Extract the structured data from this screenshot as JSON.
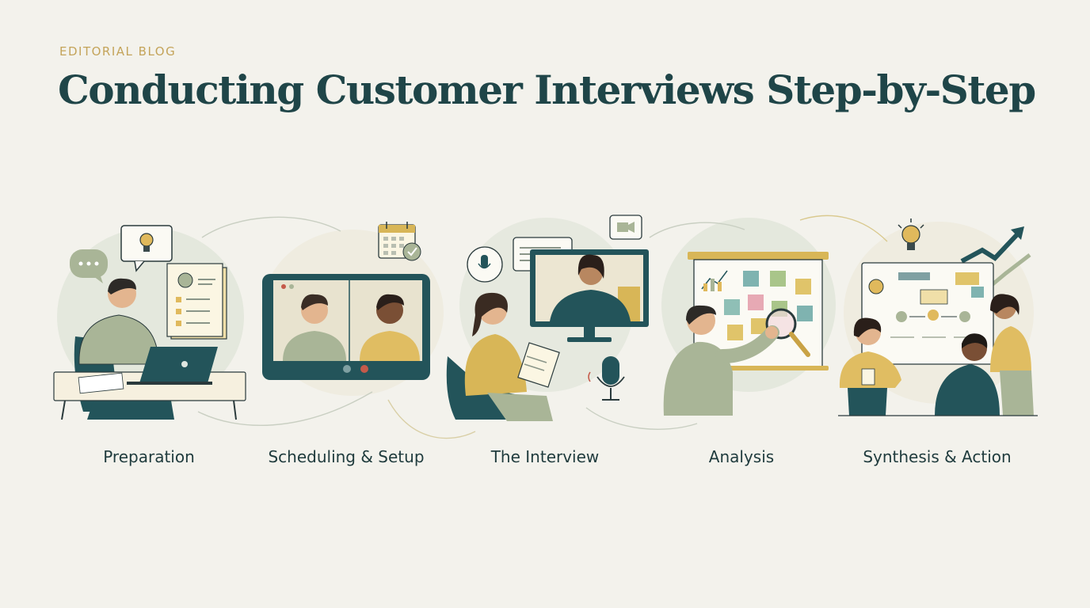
{
  "header": {
    "eyebrow": "EDITORIAL BLOG",
    "title": "Conducting Customer Interviews Step-by-Step"
  },
  "steps": [
    {
      "label": "Preparation",
      "illustration": "person-with-laptop-and-checklist"
    },
    {
      "label": "Scheduling & Setup",
      "illustration": "video-call-on-tablet"
    },
    {
      "label": "The Interview",
      "illustration": "interviewer-with-notepad-and-monitor"
    },
    {
      "label": "Analysis",
      "illustration": "person-examining-sticky-note-board"
    },
    {
      "label": "Synthesis & Action",
      "illustration": "team-discussing-insights-board"
    }
  ],
  "colors": {
    "background": "#f3f2ec",
    "title": "#1f4548",
    "eyebrow": "#c4a45a",
    "teal": "#23545a",
    "sage": "#a9b597",
    "mustard": "#d8b657",
    "blob": "#e6e9df"
  }
}
